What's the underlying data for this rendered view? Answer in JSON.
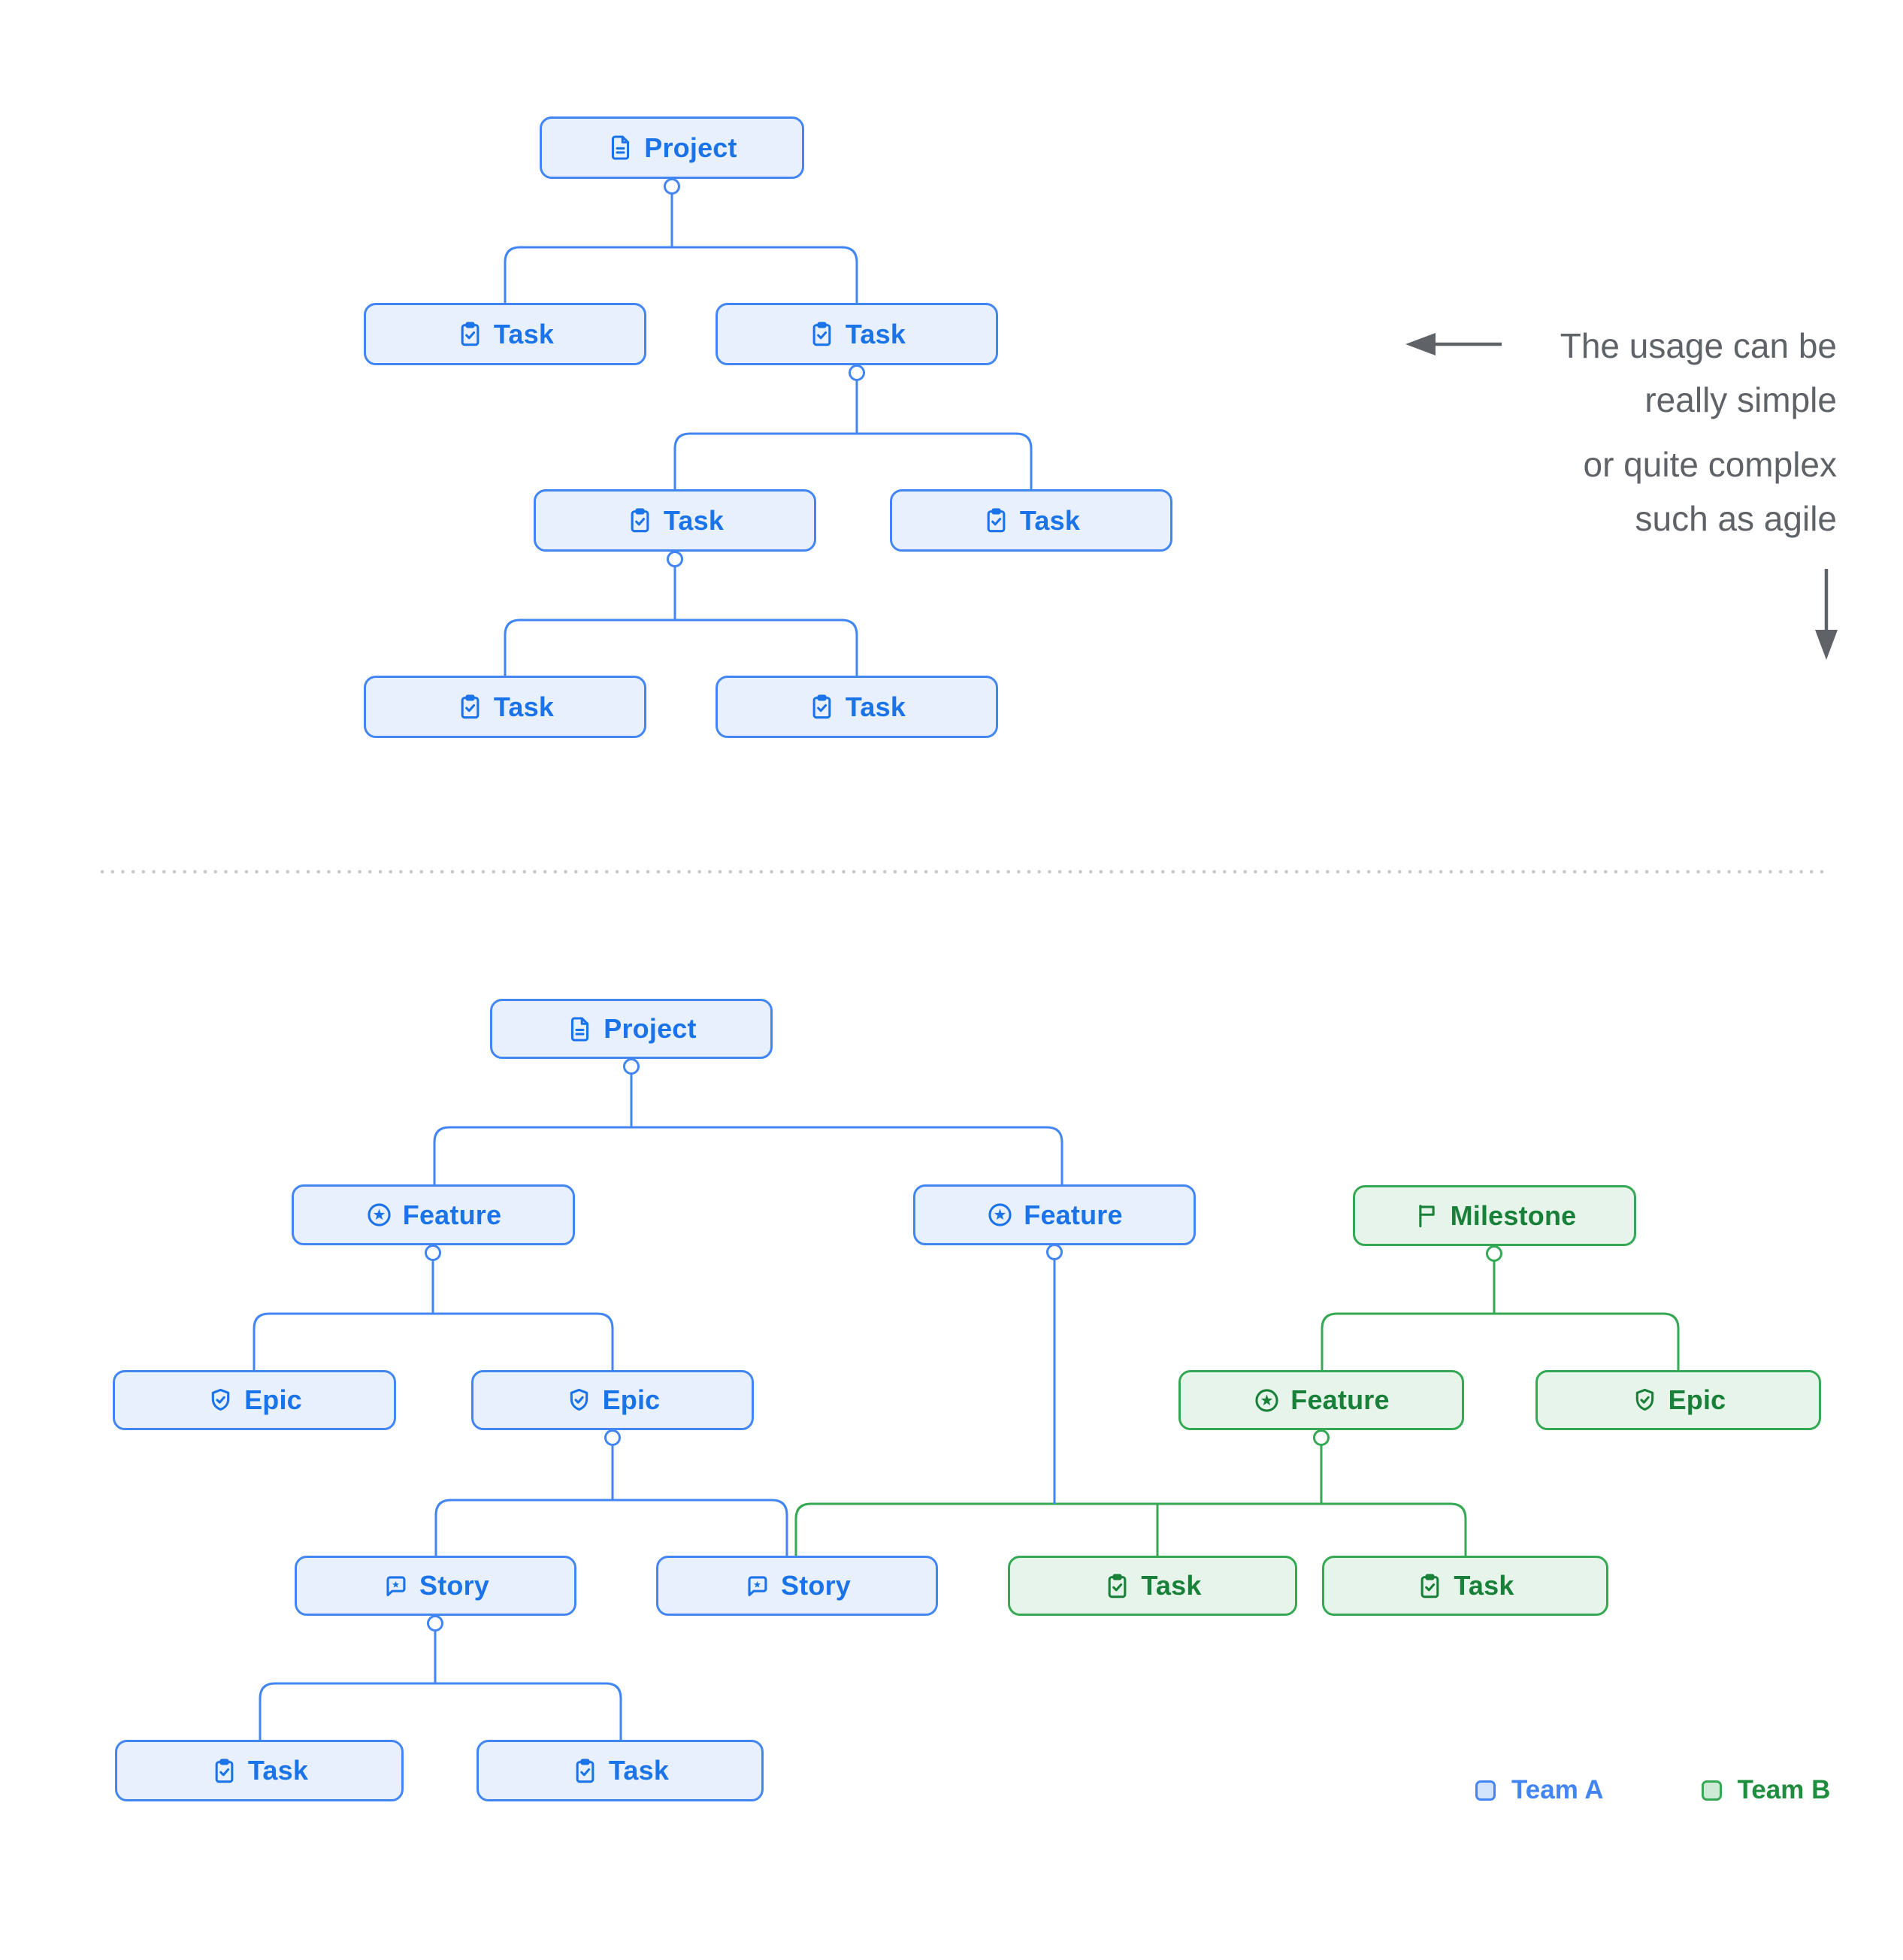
{
  "figure": {
    "annotations": {
      "simple_note": {
        "line1": "The usage can be",
        "line2": "really simple"
      },
      "complex_note": {
        "line1": "or quite complex",
        "line2": "such as agile"
      }
    },
    "legend": {
      "team_a": {
        "label": "Team A"
      },
      "team_b": {
        "label": "Team B"
      }
    },
    "colors": {
      "team_a": {
        "border": "#4285f4",
        "fill": "#e8f0fe",
        "text": "#1a73e8",
        "legend_text": "#4285f4",
        "swatch_fill": "#d2e3fc"
      },
      "team_b": {
        "border": "#34a853",
        "fill": "#e6f4ea",
        "text": "#188038",
        "legend_text": "#1e8e3e",
        "swatch_fill": "#ceead6"
      },
      "annotation_text": "#5f6368",
      "arrow": "#5f6368",
      "divider_dots": "#c6c8cc"
    },
    "diagrams": {
      "simple": {
        "nodes": [
          {
            "id": "project",
            "label": "Project",
            "icon": "document-icon",
            "team": "a"
          },
          {
            "id": "task-1",
            "label": "Task",
            "icon": "task-icon",
            "team": "a"
          },
          {
            "id": "task-2",
            "label": "Task",
            "icon": "task-icon",
            "team": "a"
          },
          {
            "id": "task-3",
            "label": "Task",
            "icon": "task-icon",
            "team": "a"
          },
          {
            "id": "task-4",
            "label": "Task",
            "icon": "task-icon",
            "team": "a"
          },
          {
            "id": "task-5",
            "label": "Task",
            "icon": "task-icon",
            "team": "a"
          },
          {
            "id": "task-6",
            "label": "Task",
            "icon": "task-icon",
            "team": "a"
          }
        ],
        "edges": [
          {
            "from": [
              "project"
            ],
            "to": [
              "task-1",
              "task-2"
            ]
          },
          {
            "from": [
              "task-2"
            ],
            "to": [
              "task-3",
              "task-4"
            ]
          },
          {
            "from": [
              "task-3"
            ],
            "to": [
              "task-5",
              "task-6"
            ]
          }
        ]
      },
      "complex": {
        "nodes": [
          {
            "id": "project",
            "label": "Project",
            "icon": "document-icon",
            "team": "a"
          },
          {
            "id": "feature-1",
            "label": "Feature",
            "icon": "feature-icon",
            "team": "a"
          },
          {
            "id": "feature-2",
            "label": "Feature",
            "icon": "feature-icon",
            "team": "a"
          },
          {
            "id": "milestone",
            "label": "Milestone",
            "icon": "milestone-icon",
            "team": "b"
          },
          {
            "id": "epic-1",
            "label": "Epic",
            "icon": "epic-icon",
            "team": "a"
          },
          {
            "id": "epic-2",
            "label": "Epic",
            "icon": "epic-icon",
            "team": "a"
          },
          {
            "id": "feature-3",
            "label": "Feature",
            "icon": "feature-icon",
            "team": "b"
          },
          {
            "id": "epic-3",
            "label": "Epic",
            "icon": "epic-icon",
            "team": "b"
          },
          {
            "id": "story-1",
            "label": "Story",
            "icon": "story-icon",
            "team": "a"
          },
          {
            "id": "story-2",
            "label": "Story",
            "icon": "story-icon",
            "team": "a"
          },
          {
            "id": "task-1",
            "label": "Task",
            "icon": "task-icon",
            "team": "b"
          },
          {
            "id": "task-2",
            "label": "Task",
            "icon": "task-icon",
            "team": "b"
          },
          {
            "id": "task-3",
            "label": "Task",
            "icon": "task-icon",
            "team": "a"
          },
          {
            "id": "task-4",
            "label": "Task",
            "icon": "task-icon",
            "team": "a"
          }
        ],
        "edges": [
          {
            "from": [
              "project"
            ],
            "to": [
              "feature-1",
              "feature-2"
            ]
          },
          {
            "from": [
              "feature-1"
            ],
            "to": [
              "epic-1",
              "epic-2"
            ]
          },
          {
            "from": [
              "milestone"
            ],
            "to": [
              "feature-3",
              "epic-3"
            ]
          },
          {
            "from": [
              "epic-2"
            ],
            "to": [
              "story-1",
              "story-2"
            ]
          },
          {
            "from": [
              "feature-2",
              "feature-3"
            ],
            "to": [
              "story-2",
              "task-1",
              "task-2"
            ]
          },
          {
            "from": [
              "story-1"
            ],
            "to": [
              "task-3",
              "task-4"
            ]
          }
        ]
      }
    }
  }
}
